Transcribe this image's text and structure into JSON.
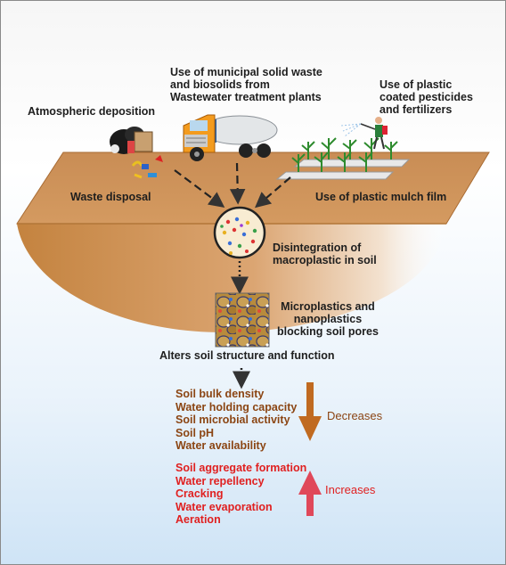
{
  "sources": {
    "atmospheric": "Atmospheric deposition",
    "municipal": [
      "Use of municipal solid waste",
      "and biosolids from",
      "Wastewater treatment plants"
    ],
    "pesticides": [
      "Use of plastic",
      "coated pesticides",
      "and fertilizers"
    ],
    "waste_disposal": "Waste disposal",
    "mulch_film": "Use of plastic mulch film"
  },
  "process": {
    "disintegration": [
      "Disintegration of",
      "macroplastic in soil"
    ],
    "pores": [
      "Microplastics and",
      "nanoplastics",
      "blocking soil pores"
    ],
    "alters": "Alters soil structure and function"
  },
  "effects": {
    "decreases": {
      "label": "Decreases",
      "items": [
        "Soil bulk density",
        "Water holding capacity",
        "Soil microbial activity",
        "Soil pH",
        "Water availability"
      ],
      "color": "#c06a20"
    },
    "increases": {
      "label": "Increases",
      "items": [
        "Soil aggregate formation",
        "Water repellency",
        "Cracking",
        "Water evaporation",
        "Aeration"
      ],
      "color": "#e0485a"
    }
  },
  "colors": {
    "soil": "#cd8f50",
    "soil_dark": "#b5743a",
    "text_brown": "#8b4513",
    "text_red": "#e02020"
  }
}
